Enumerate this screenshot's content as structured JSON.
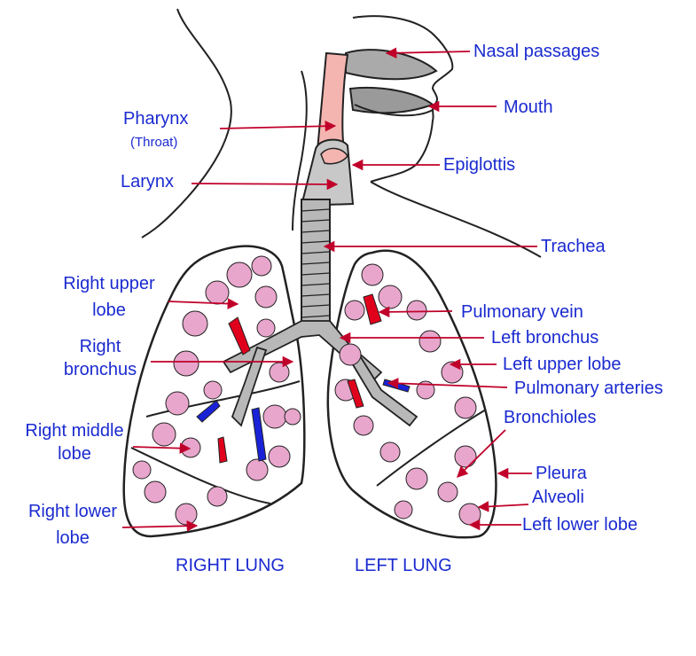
{
  "colors": {
    "label": "#1a2ad0",
    "leader": "#c0002a",
    "outline": "#222222",
    "throat_fill": "#f4b5b0",
    "airway_fill": "#b8b8b8",
    "lung_fill": "#ffffff",
    "alveoli": "#e8a6cc",
    "vein": "#e0001c",
    "artery": "#1a22d8"
  },
  "labels": {
    "nasal_passages": "Nasal passages",
    "mouth": "Mouth",
    "pharynx": "Pharynx",
    "throat": "(Throat)",
    "epiglottis": "Epiglottis",
    "larynx": "Larynx",
    "trachea": "Trachea",
    "right_upper_lobe_1": "Right upper",
    "right_upper_lobe_2": "lobe",
    "pulmonary_vein": "Pulmonary vein",
    "right_bronchus_1": "Right",
    "right_bronchus_2": "bronchus",
    "left_bronchus": "Left bronchus",
    "left_upper_lobe": "Left upper lobe",
    "pulmonary_arteries": "Pulmonary arteries",
    "right_middle_lobe_1": "Right middle",
    "right_middle_lobe_2": "lobe",
    "bronchioles": "Bronchioles",
    "pleura": "Pleura",
    "alveoli": "Alveoli",
    "right_lower_lobe_1": "Right lower",
    "right_lower_lobe_2": "lobe",
    "left_lower_lobe": "Left lower lobe",
    "right_lung": "RIGHT LUNG",
    "left_lung": "LEFT LUNG"
  }
}
